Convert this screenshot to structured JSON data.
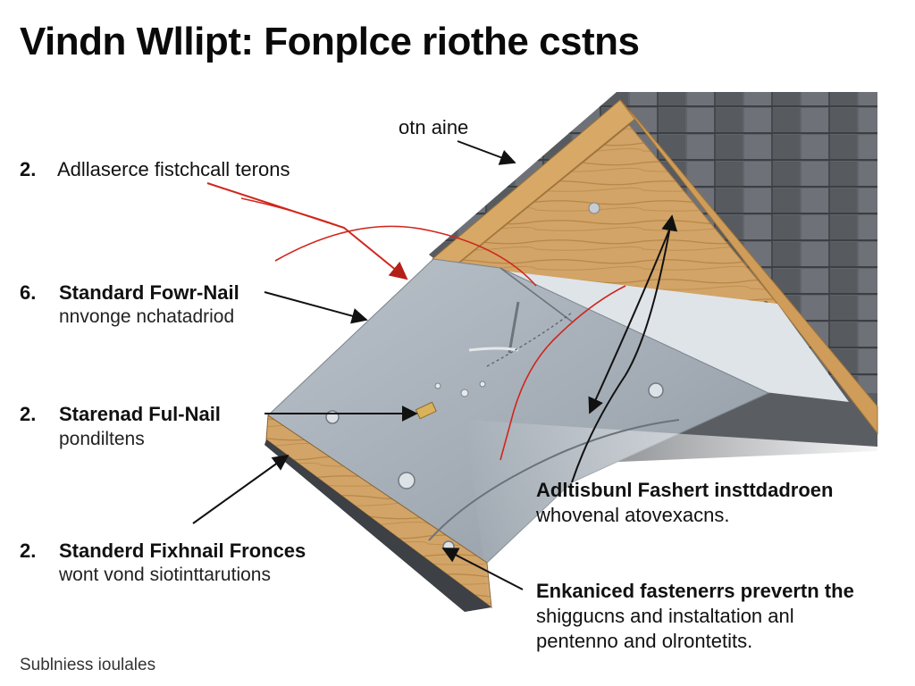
{
  "title": "Vindn Wllipt: Fonplce riothe cstns",
  "top_label": "otn aine",
  "callouts": [
    {
      "number": "2.",
      "heading": "Adllaserce fistchcall terons",
      "sub": ""
    },
    {
      "number": "6.",
      "heading": "Standard Fowr-Nail",
      "sub": "nnvonge nchatadriod"
    },
    {
      "number": "2.",
      "heading": "Starenad Ful-Nail",
      "sub": "pondiltens"
    },
    {
      "number": "2.",
      "heading": "Standerd Fixhnail Fronces",
      "sub": "wont vond siotinttarutions"
    }
  ],
  "right_notes": {
    "first": {
      "line1": "Adltisbunl Fashert insttdadroen",
      "line2": "whovenal atovexacns."
    },
    "second": {
      "line1": "Enkaniced fastenerrs prevertn the",
      "line2": "shiggucns and instaltation anl",
      "line3": "pentenno and olrontetits."
    }
  },
  "footer": "Sublniess ioulales",
  "colors": {
    "shingle": "#5d6064",
    "wood": "#c99a5a",
    "underlayment": "#aab2ba",
    "red_arrow": "#d0261c",
    "black_arrow": "#111111"
  }
}
